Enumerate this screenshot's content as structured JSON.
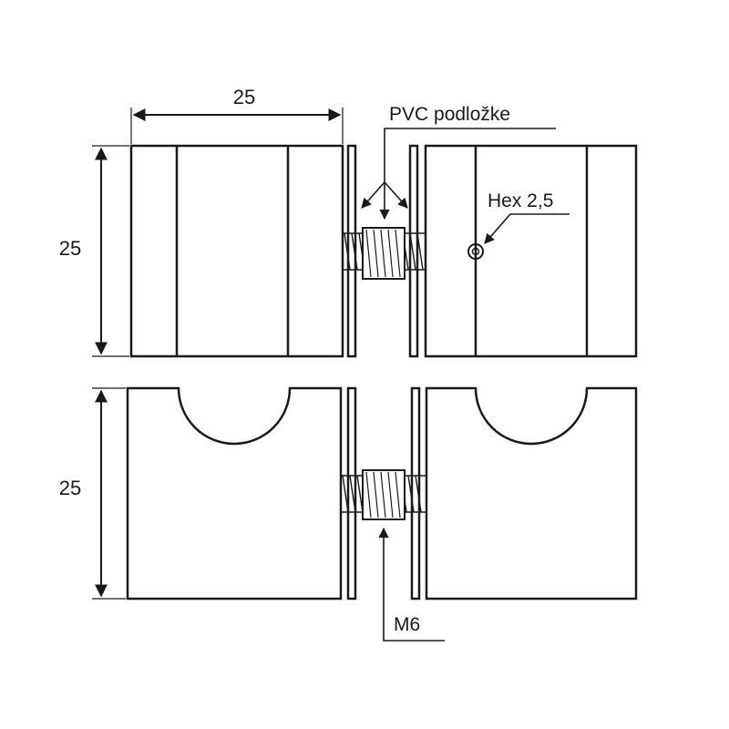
{
  "dimensions": {
    "top_width": "25",
    "top_height": "25",
    "bottom_height": "25"
  },
  "callouts": {
    "pvc_washers": "PVC podložke",
    "hex_key": "Hex 2,5",
    "thread": "M6"
  },
  "colors": {
    "line": "#1a1a1a",
    "background": "#ffffff"
  }
}
